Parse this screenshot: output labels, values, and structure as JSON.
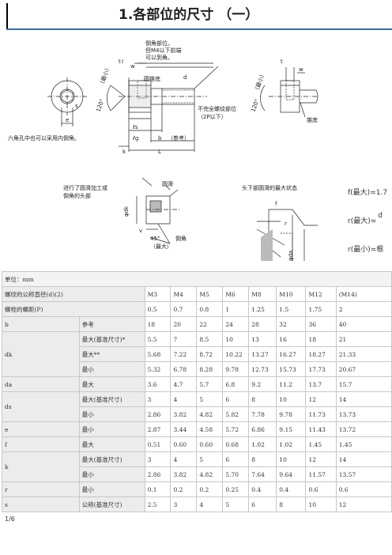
{
  "header": {
    "title": "1.各部位的尺寸 （一）"
  },
  "drawing": {
    "main_notes": {
      "chamfer": "倒角部位。",
      "chamfer2": "但M4以下前端",
      "chamfer3": "可以到角。",
      "cone_bottom": "圆锥底",
      "thread_note": "不完全螺纹部位",
      "thread_note2": "（2P以下）",
      "hex_note": "六角孔中也可以采用内倒角。",
      "ref": "（参考）"
    },
    "dim_labels": {
      "w": "w",
      "t": "t",
      "s": "s",
      "e": "e",
      "d": "d",
      "k": "k",
      "L": "L",
      "ls": "ℓs",
      "lg": "ℓg",
      "b": "b",
      "max": "（最小）",
      "deg120": "120°",
      "dk": "φdk",
      "da": "φda",
      "ds": "φds"
    },
    "right_notes": {
      "cone_bottom": "锥底",
      "w": "w",
      "t": "t",
      "deg120": "120°",
      "max": "（最小）"
    },
    "mid_notes": {
      "rounded_head": "进行了圆滑加工或",
      "rounded_head2": "倒角的头部",
      "smooth": "圆滑",
      "chamfer": "倒角",
      "deg45": "45°",
      "max": "（最大）",
      "v": "v",
      "dk": "φdk",
      "ds": "φds"
    },
    "right_mid_notes": {
      "title": "头下部圆滑的最大状态",
      "f": "f",
      "r": "r",
      "da": "φda",
      "ds": "φds"
    },
    "formulas": {
      "f1": "f(最大)=1.7",
      "f2": "r(最大)=",
      "f2_num": "d",
      "f3": "r(最小)=根"
    }
  },
  "table": {
    "unit": "单位：mm",
    "header": {
      "label": "螺纹的公称直径(d)(2)",
      "sizes": [
        "M3",
        "M4",
        "M5",
        "M6",
        "M8",
        "M10",
        "M12",
        "(M14)"
      ]
    },
    "pitch": {
      "label": "螺栓的螺距(P)",
      "values": [
        "0.5",
        "0.7",
        "0.8",
        "1",
        "1.25",
        "1.5",
        "1.75",
        "2"
      ]
    },
    "rows": [
      {
        "sym": "b",
        "sub": "参考",
        "values": [
          "18",
          "20",
          "22",
          "24",
          "28",
          "32",
          "36",
          "40"
        ]
      },
      {
        "sym": "dk",
        "sub": "最大(基准尺寸)*",
        "values": [
          "5.5",
          "7",
          "8.5",
          "10",
          "13",
          "16",
          "18",
          "21"
        ]
      },
      {
        "sym": "",
        "sub": "最大**",
        "values": [
          "5.68",
          "7.22",
          "8.72",
          "10.22",
          "13.27",
          "16.27",
          "18.27",
          "21.33"
        ]
      },
      {
        "sym": "",
        "sub": "最小",
        "values": [
          "5.32",
          "6.78",
          "8.28",
          "9.78",
          "12.73",
          "15.73",
          "17.73",
          "20.67"
        ]
      },
      {
        "sym": "da",
        "sub": "最大",
        "values": [
          "3.6",
          "4.7",
          "5.7",
          "6.8",
          "9.2",
          "11.2",
          "13.7",
          "15.7"
        ]
      },
      {
        "sym": "ds",
        "sub": "最大(基准尺寸)",
        "values": [
          "3",
          "4",
          "5",
          "6",
          "8",
          "10",
          "12",
          "14"
        ]
      },
      {
        "sym": "",
        "sub": "最小",
        "values": [
          "2.86",
          "3.82",
          "4.82",
          "5.82",
          "7.78",
          "9.78",
          "11.73",
          "13.73"
        ]
      },
      {
        "sym": "e",
        "sub": "最小",
        "values": [
          "2.87",
          "3.44",
          "4.58",
          "5.72",
          "6.86",
          "9.15",
          "11.43",
          "13.72"
        ]
      },
      {
        "sym": "f",
        "sub": "最大",
        "values": [
          "0.51",
          "0.60",
          "0.60",
          "0.68",
          "1.02",
          "1.02",
          "1.45",
          "1.45"
        ]
      },
      {
        "sym": "k",
        "sub": "最大(基准尺寸)",
        "values": [
          "3",
          "4",
          "5",
          "6",
          "8",
          "10",
          "12",
          "14"
        ]
      },
      {
        "sym": "",
        "sub": "最小",
        "values": [
          "2.86",
          "3.82",
          "4.82",
          "5.70",
          "7.64",
          "9.64",
          "11.57",
          "13.57"
        ]
      },
      {
        "sym": "r",
        "sub": "最小",
        "values": [
          "0.1",
          "0.2",
          "0.2",
          "0.25",
          "0.4",
          "0.4",
          "0.6",
          "0.6"
        ]
      },
      {
        "sym": "s",
        "sub": "公称(基准尺寸)",
        "values": [
          "2.5",
          "3",
          "4",
          "5",
          "6",
          "8",
          "10",
          "12"
        ]
      }
    ]
  },
  "footer": {
    "page": "1/6"
  }
}
